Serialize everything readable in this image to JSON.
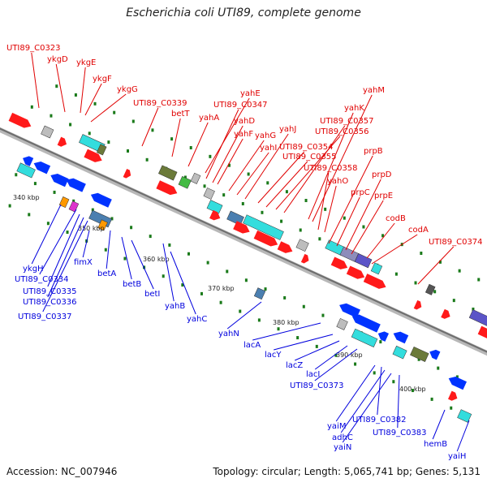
{
  "title": "Escherichia coli UTI89, complete genome",
  "accession_text": "Accession: NC_007946",
  "summary_text": "Topology: circular; Length: 5,065,741 bp; Genes: 5,131",
  "colors": {
    "forward_label": "#e00000",
    "reverse_label": "#0000dd",
    "backbone": "#888888",
    "dot": "#1a7a1a"
  },
  "tick_labels": [
    "340 kbp",
    "350 kbp",
    "360 kbp",
    "370 kbp",
    "380 kbp",
    "390 kbp",
    "400 kbp"
  ],
  "top_labels": [
    "UTI89_C0323",
    "ykgD",
    "ykgE",
    "ykgF",
    "ykgG",
    "UTI89_C0339",
    "betT",
    "yahA",
    "yahE",
    "UTI89_C0347",
    "yahD",
    "yahF",
    "yahG",
    "yahI",
    "yahJ",
    "UTI89_C0354",
    "UTI89_C0355",
    "UTI89_C0356",
    "UTI89_C0357",
    "yahK",
    "yahM",
    "UTI89_C0358",
    "yahO",
    "prpB",
    "prpC",
    "prpD",
    "prpE",
    "codB",
    "codA",
    "UTI89_C0374"
  ],
  "bottom_labels": [
    "ykgH",
    "UTI89_C0334",
    "UTI89_C0335",
    "UTI89_C0336",
    "UTI89_C0337",
    "fimX",
    "betA",
    "betB",
    "betI",
    "yahB",
    "yahC",
    "yahN",
    "lacA",
    "lacY",
    "lacZ",
    "lacI",
    "UTI89_C0373",
    "yaiM",
    "UTI89_C0382",
    "adhC",
    "yaiN",
    "UTI89_C0383",
    "hemB",
    "yaiH"
  ]
}
